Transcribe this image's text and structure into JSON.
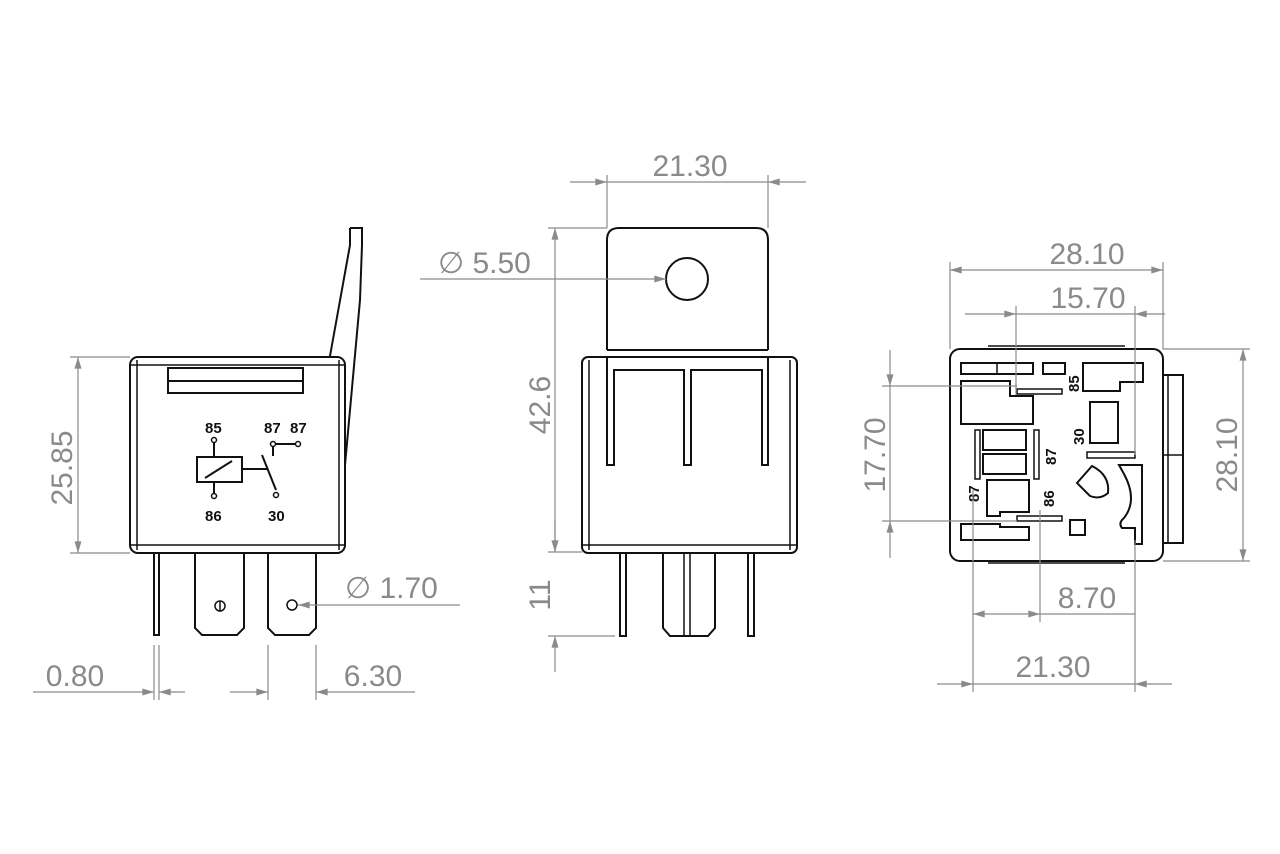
{
  "dimensions": {
    "front_height": "25.85",
    "pin_thickness": "0.80",
    "pin_width": "6.30",
    "pin_hole": "∅ 1.70",
    "bracket_width": "21.30",
    "bracket_hole": "∅ 5.50",
    "overall_height": "42.6",
    "pin_length": "11",
    "base_width": "28.10",
    "pin_spacing_a": "15.70",
    "pin_spacing_b": "17.70",
    "base_depth": "28.10",
    "pin_spacing_c": "8.70",
    "pin_span": "21.30"
  },
  "schematic": {
    "t85": "85",
    "t86": "86",
    "t87a": "87",
    "t87b": "87",
    "t30": "30"
  },
  "bottom_labels": {
    "t85": "85",
    "t30": "30",
    "t87a": "87",
    "t87b": "87",
    "t86": "86"
  },
  "colors": {
    "outline": "#111111",
    "dimension": "#8a8a8a"
  }
}
